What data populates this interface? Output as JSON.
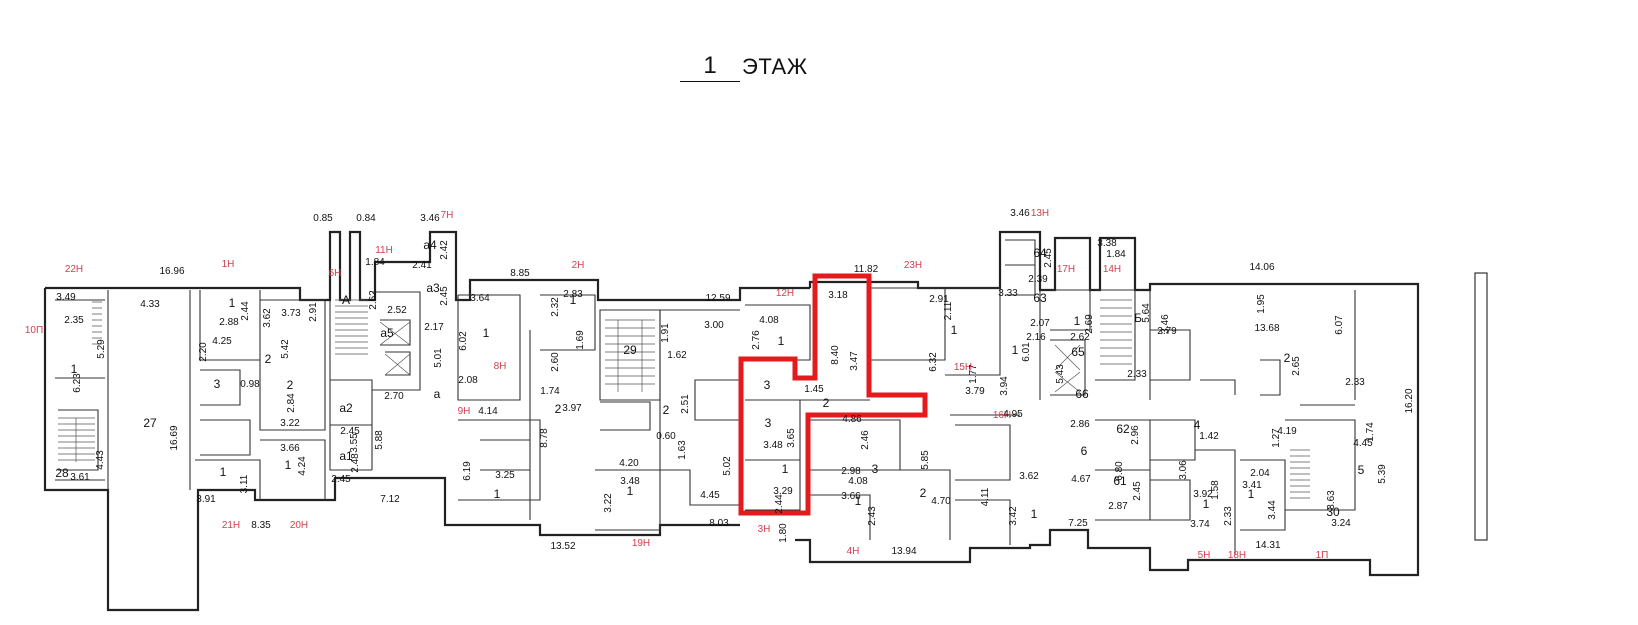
{
  "title": {
    "number": "1",
    "word": "ЭТАЖ"
  },
  "units": [
    "22Н",
    "1Н",
    "6Н",
    "11Н",
    "7Н",
    "2Н",
    "12Н",
    "23Н",
    "13Н",
    "17Н",
    "14Н",
    "10П",
    "8Н",
    "9Н",
    "15Н",
    "16Н",
    "21Н",
    "20Н",
    "19Н",
    "3Н",
    "4Н",
    "5Н",
    "18Н",
    "1П"
  ],
  "labels": {
    "dims_top": [
      "16.96",
      "0.85",
      "0.84",
      "1.84",
      "3.46",
      "8.85",
      "12.59",
      "11.82",
      "3.46",
      "3.38",
      "1.84",
      "14.06"
    ],
    "overall_right": "16.20",
    "overall_bottom": [
      "13.52",
      "13.94",
      "14.31",
      "7.25",
      "7.12",
      "8.35",
      "8.03"
    ]
  },
  "rooms": [
    {
      "n": "27",
      "d": [
        "4.33",
        "16.69"
      ]
    },
    {
      "n": "28",
      "d": [
        "3.61",
        "4.43"
      ]
    },
    {
      "n": "1",
      "d": [
        "2.35",
        "6.23",
        "5.29",
        "3.49"
      ]
    },
    {
      "n": "1",
      "d": [
        "2.88",
        "2.44"
      ]
    },
    {
      "n": "2",
      "d": [
        "4.25",
        "3.62",
        "3.73",
        "5.42",
        "2.91"
      ]
    },
    {
      "n": "3",
      "d": [
        "0.98",
        "2.20"
      ]
    },
    {
      "n": "2",
      "d": [
        "2.84",
        "3.22"
      ]
    },
    {
      "n": "1",
      "d": [
        "3.66",
        "4.24"
      ]
    },
    {
      "n": "1",
      "d": [
        "3.91",
        "3.11"
      ]
    },
    {
      "n": "А",
      "d": [
        "2.62"
      ]
    },
    {
      "n": "а5",
      "d": [
        "2.52",
        "2.17"
      ]
    },
    {
      "n": "а4",
      "d": [
        "2.42",
        "2.41"
      ]
    },
    {
      "n": "а3",
      "d": [
        "2.45"
      ]
    },
    {
      "n": "а2",
      "d": [
        "2.45",
        "3.55"
      ]
    },
    {
      "n": "а1",
      "d": [
        "2.48",
        "2.45"
      ]
    },
    {
      "n": "а",
      "d": [
        "5.01",
        "5.88",
        "2.70"
      ]
    },
    {
      "n": "1",
      "d": [
        "3.64",
        "6.02",
        "2.08"
      ]
    },
    {
      "n": "1",
      "d": [
        "2.32",
        "2.83",
        "1.69"
      ]
    },
    {
      "n": "2",
      "d": [
        "2.60",
        "1.74",
        "3.97",
        "8.78"
      ]
    },
    {
      "n": "1",
      "d": [
        "3.25",
        "6.19",
        "4.14"
      ]
    },
    {
      "n": "29",
      "d": [
        "1.91",
        "1.62"
      ]
    },
    {
      "n": "2",
      "d": [
        "3.00",
        "2.51",
        "0.60",
        "1.63",
        "4.20"
      ]
    },
    {
      "n": "1",
      "d": [
        "3.48",
        "3.22",
        "4.45",
        "5.02"
      ]
    },
    {
      "n": "1",
      "d": [
        "4.08",
        "2.76"
      ]
    },
    {
      "n": "3",
      "d": [
        "1.45"
      ]
    },
    {
      "n": "2",
      "d": [
        "3.18",
        "8.40",
        "3.47",
        "4.86"
      ]
    },
    {
      "n": "3",
      "d": [
        "3.48",
        "3.65"
      ]
    },
    {
      "n": "1",
      "d": [
        "3.29",
        "2.44",
        "1.80"
      ]
    },
    {
      "n": "1",
      "d": [
        "2.91",
        "2.11",
        "6.32",
        "3.79",
        "1.77"
      ]
    },
    {
      "n": "3",
      "d": [
        "2.46",
        "2.98"
      ]
    },
    {
      "n": "2",
      "d": [
        "5.85",
        "4.08",
        "4.70",
        "4.11"
      ]
    },
    {
      "n": "1",
      "d": [
        "3.66",
        "2.43"
      ]
    },
    {
      "n": "1",
      "d": [
        "3.33",
        "6.01",
        "3.94",
        "4.95"
      ]
    },
    {
      "n": "1",
      "d": [
        "3.62",
        "3.42"
      ]
    },
    {
      "n": "64",
      "d": [
        "2.45",
        "2.39"
      ]
    },
    {
      "n": "63",
      "d": [
        "2.07",
        "2.16"
      ]
    },
    {
      "n": "1",
      "d": [
        "2.69",
        "2.62",
        "5.43"
      ]
    },
    {
      "n": "Б",
      "d": [
        "5.64",
        "2.33"
      ]
    },
    {
      "n": "65",
      "d": []
    },
    {
      "n": "66",
      "d": [
        "2.86"
      ]
    },
    {
      "n": "6",
      "d": [
        "4.67"
      ]
    },
    {
      "n": "62",
      "d": [
        "2.96",
        "6.80"
      ]
    },
    {
      "n": "61",
      "d": [
        "2.45",
        "2.87"
      ]
    },
    {
      "n": "2",
      "d": [
        "3.46",
        "2.79",
        "1.95",
        "13.68",
        "6.07",
        "2.65",
        "2.33"
      ]
    },
    {
      "n": "4",
      "d": [
        "1.42",
        "4.19",
        "1.27"
      ]
    },
    {
      "n": "1",
      "d": [
        "3.06",
        "1.58",
        "3.92",
        "2.33",
        "3.74"
      ]
    },
    {
      "n": "1",
      "d": [
        "2.04",
        "3.41",
        "3.44"
      ]
    },
    {
      "n": "5",
      "d": [
        "1.74",
        "4.45",
        "5.39"
      ]
    },
    {
      "n": "30",
      "d": [
        "3.63",
        "3.24"
      ]
    }
  ],
  "colors": {
    "highlight": "#e41a1c",
    "unit_label": "#d04050",
    "line": "#222222"
  }
}
